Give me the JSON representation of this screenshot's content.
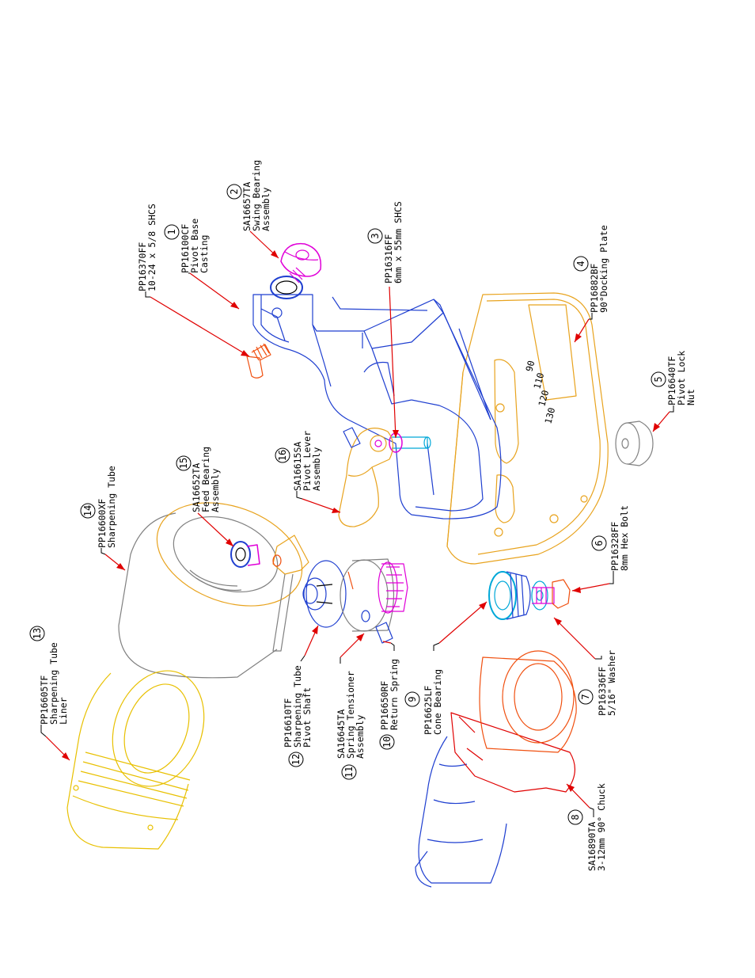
{
  "colors": {
    "gold": "#e8a31e",
    "yellow": "#e8c000",
    "blue": "#1f3fd0",
    "magenta": "#e000d8",
    "cyan": "#00a8d8",
    "orange_red": "#f05010",
    "red": "#e00000",
    "gray": "#808080"
  },
  "callouts": [
    {
      "num": "1",
      "lines": [
        "PP16100CF",
        "Pivot Base",
        "Casting"
      ]
    },
    {
      "num": "2",
      "lines": [
        "SA16657TA",
        "Swing Bearing",
        "Assembly"
      ]
    },
    {
      "num": "3",
      "lines": [
        "PP16316FF",
        "6mm x 55mm SHCS"
      ]
    },
    {
      "num": "4",
      "lines": [
        "PP16882BF",
        "90°Docking Plate"
      ]
    },
    {
      "num": "5",
      "lines": [
        "PP16640TF",
        "Pivot Lock",
        "Nut"
      ]
    },
    {
      "num": "6",
      "lines": [
        "PP16328FF",
        "8mm Hex Bolt"
      ]
    },
    {
      "num": "7",
      "lines": [
        "PP16336FF",
        "5/16\" Washer"
      ]
    },
    {
      "num": "8",
      "lines": [
        "SA16890TA",
        "3-12mm 90° Chuck"
      ]
    },
    {
      "num": "9",
      "lines": [
        "PP16625LF",
        "Cone Bearing"
      ]
    },
    {
      "num": "10",
      "lines": [
        "PP16650RF",
        "Return Spring"
      ]
    },
    {
      "num": "11",
      "lines": [
        "SA16645TA",
        "Spring Tensioner",
        "Assembly"
      ]
    },
    {
      "num": "12",
      "lines": [
        "PP16610TF",
        "Sharpening Tube",
        "Pivot Shaft"
      ]
    },
    {
      "num": "13",
      "lines": [
        "PP16605TF",
        "Sharpening Tube",
        "Liner"
      ]
    },
    {
      "num": "14",
      "lines": [
        "PP16600XF",
        "Sharpening Tube"
      ]
    },
    {
      "num": "15",
      "lines": [
        "SA16652TA",
        "Feed Bearing",
        "Assembly"
      ]
    },
    {
      "num": "16",
      "lines": [
        "SA16615SA",
        "Pivot Lever",
        "Assembly"
      ]
    }
  ],
  "screw_callout": {
    "lines": [
      "PP16370FF",
      "10-24 x 5/8 SHCS"
    ]
  },
  "plate_marks": [
    "90",
    "110",
    "120",
    "130"
  ]
}
